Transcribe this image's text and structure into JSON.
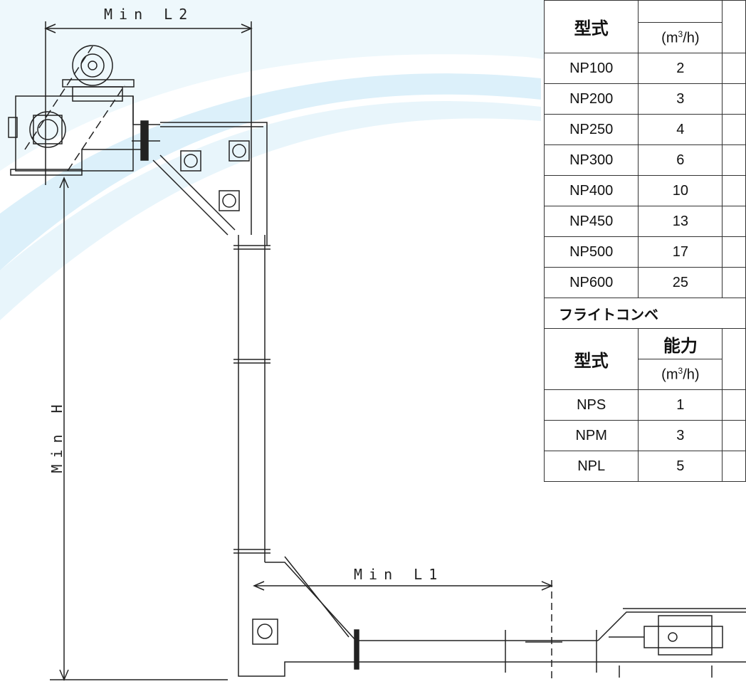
{
  "dimensions": {
    "l2": "Min L2",
    "l1": "Min L1",
    "h": "Min H"
  },
  "table1": {
    "model_header": "型式",
    "unit_prefix": "(m",
    "unit_sup": "3",
    "unit_suffix": "/h)",
    "rows": [
      {
        "model": "NP100",
        "capacity": "2"
      },
      {
        "model": "NP200",
        "capacity": "3"
      },
      {
        "model": "NP250",
        "capacity": "4"
      },
      {
        "model": "NP300",
        "capacity": "6"
      },
      {
        "model": "NP400",
        "capacity": "10"
      },
      {
        "model": "NP450",
        "capacity": "13"
      },
      {
        "model": "NP500",
        "capacity": "17"
      },
      {
        "model": "NP600",
        "capacity": "25"
      }
    ]
  },
  "table2": {
    "section_title": "フライトコンベ",
    "model_header": "型式",
    "capacity_header": "能力",
    "unit_prefix": "(m",
    "unit_sup": "3",
    "unit_suffix": "/h)",
    "rows": [
      {
        "model": "NPS",
        "capacity": "1"
      },
      {
        "model": "NPM",
        "capacity": "3"
      },
      {
        "model": "NPL",
        "capacity": "5"
      }
    ]
  },
  "colors": {
    "swoosh": "#dcf0fa",
    "line": "#222222"
  }
}
